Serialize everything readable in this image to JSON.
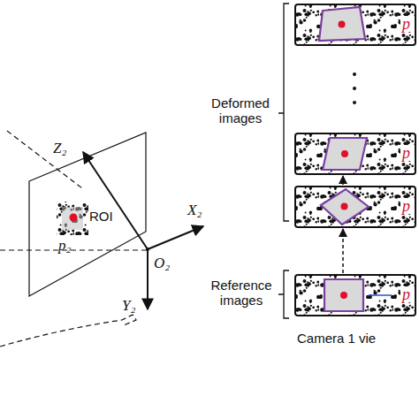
{
  "diagram": {
    "nodes": [
      {
        "text": [
          "p"
        ]
      },
      {
        "text": [
          "p"
        ]
      },
      {
        "text": [
          "p"
        ]
      },
      {
        "text": [
          "p"
        ]
      }
    ],
    "edges": [
      {
        "from": 3,
        "to": 2,
        "arrow": "to"
      },
      {
        "from": 2,
        "to": 1,
        "arrow": "to"
      }
    ],
    "labels": [
      "Z₂",
      "ROI",
      "p₂",
      "X₂",
      "O₂",
      "Y₂",
      "Deformed images",
      "Reference images",
      "Camera 1 vie"
    ]
  }
}
